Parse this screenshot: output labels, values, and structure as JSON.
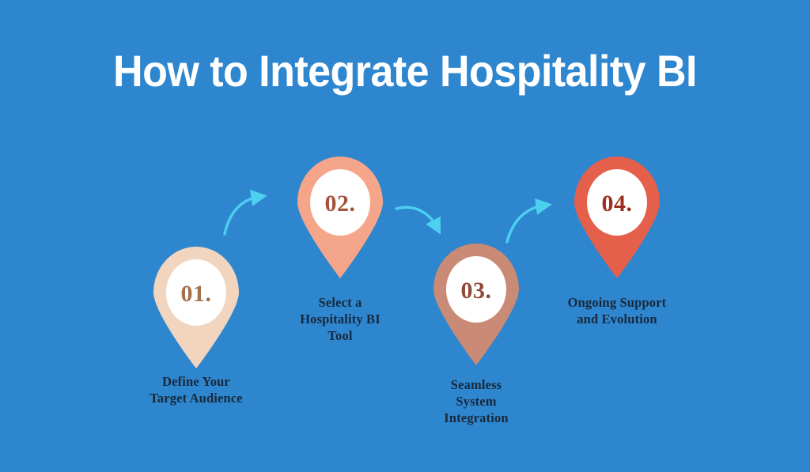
{
  "background_color": "#2E86CE",
  "title": "How to Integrate Hospitality BI",
  "title_color": "#FFFFFF",
  "label_color": "#18293D",
  "arrow_color": "#4DD0F0",
  "pin_inner_color": "#FFFFFF",
  "steps": [
    {
      "number": "01.",
      "label": "Define Your\nTarget Audience",
      "label_line_1": "Define Your",
      "label_line_2": "Target Audience",
      "pin_color": "#F2D5BE",
      "number_color": "#A5714A"
    },
    {
      "number": "02.",
      "label": "Select a\nHospitality BI\nTool",
      "label_line_1": "Select a",
      "label_line_2": "Hospitality BI",
      "label_line_3": "Tool",
      "pin_color": "#F5A68A",
      "number_color": "#A5533C"
    },
    {
      "number": "03.",
      "label": "Seamless\nSystem\nIntegration",
      "label_line_1": "Seamless",
      "label_line_2": "System",
      "label_line_3": "Integration",
      "pin_color": "#C98A76",
      "number_color": "#8F4A38"
    },
    {
      "number": "04.",
      "label": "Ongoing Support\nand Evolution",
      "label_line_1": "Ongoing Support",
      "label_line_2": "and Evolution",
      "pin_color": "#E5604A",
      "number_color": "#9E2F1E"
    }
  ],
  "connectors": [
    {
      "name": "arrow-step1-to-step2",
      "direction": "up-right"
    },
    {
      "name": "arrow-step2-to-step3",
      "direction": "down-right"
    },
    {
      "name": "arrow-step3-to-step4",
      "direction": "up-right"
    }
  ]
}
